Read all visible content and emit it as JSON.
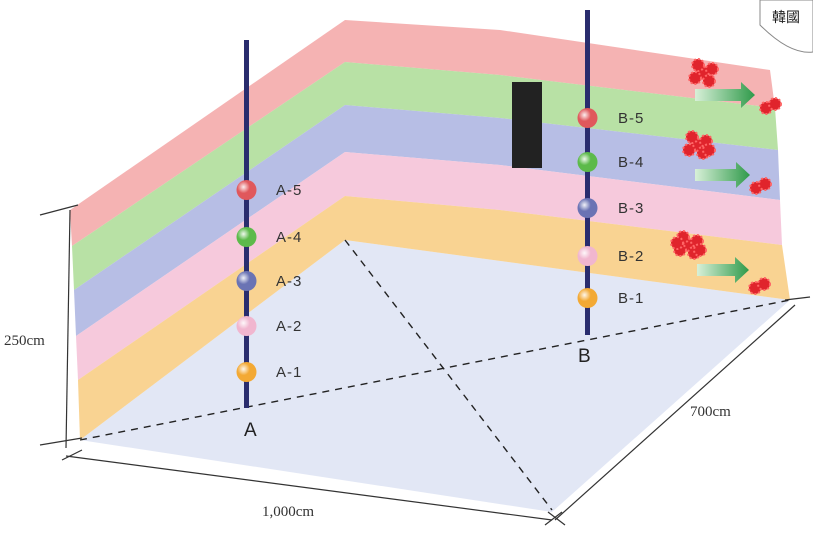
{
  "corner_text": "韓國",
  "dimensions": {
    "height": "250cm",
    "length": "1,000cm",
    "depth": "700cm"
  },
  "pole_a": {
    "name": "A",
    "points": [
      {
        "label": "A-5",
        "color": "#e0585c"
      },
      {
        "label": "A-4",
        "color": "#5cba4a"
      },
      {
        "label": "A-3",
        "color": "#6a73b4"
      },
      {
        "label": "A-2",
        "color": "#f1b6cf"
      },
      {
        "label": "A-1",
        "color": "#f3a934"
      }
    ]
  },
  "pole_b": {
    "name": "B",
    "points": [
      {
        "label": "B-5",
        "color": "#e0585c"
      },
      {
        "label": "B-4",
        "color": "#5cba4a"
      },
      {
        "label": "B-3",
        "color": "#6a73b4"
      },
      {
        "label": "B-2",
        "color": "#f1b6cf"
      },
      {
        "label": "B-1",
        "color": "#f3a934"
      }
    ]
  },
  "colors": {
    "band_red": "#f29a9a",
    "band_green": "#a6da8e",
    "band_blue": "#aab3e0",
    "band_pink": "#f5bfd6",
    "band_orange": "#f7c877",
    "floor": "#dde3f3",
    "pole": "#2a2d6e",
    "source_panel": "#222222",
    "particle": "#e0242c",
    "arrow": "#3aa655"
  }
}
